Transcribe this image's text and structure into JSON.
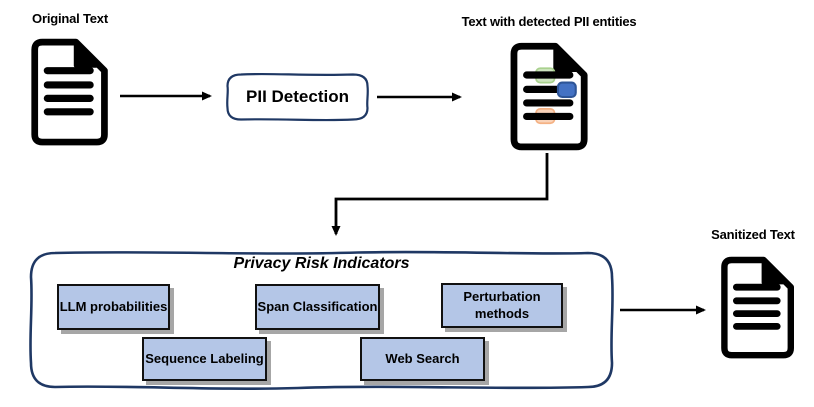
{
  "nodes": {
    "original": {
      "label": "Original Text",
      "icon": "document-icon"
    },
    "pii_detection": {
      "label": "PII Detection"
    },
    "detected": {
      "label": "Text with detected PII entities",
      "icon": "document-icon",
      "entity_highlights": [
        "green-entity",
        "blue-entity",
        "orange-entity"
      ]
    },
    "sanitized": {
      "label": "Sanitized Text",
      "icon": "document-icon"
    }
  },
  "indicators": {
    "title": "Privacy Risk Indicators",
    "methods": [
      {
        "label": "LLM probabilities"
      },
      {
        "label": "Span Classification"
      },
      {
        "label": "Perturbation methods"
      },
      {
        "label": "Sequence Labeling"
      },
      {
        "label": "Web Search"
      }
    ]
  },
  "colors": {
    "outline": "#1f3864",
    "method_box_fill": "#b4c6e7",
    "method_box_border": "#111111",
    "shadow": "#a6a6a6",
    "arrow": "#000000",
    "highlight_green_fill": "#c5e0b4",
    "highlight_green_border": "#a9d18e",
    "highlight_blue_fill": "#4472c4",
    "highlight_blue_border": "#2e5597",
    "highlight_orange_fill": "#f8cbad",
    "highlight_orange_border": "#f4b183"
  }
}
